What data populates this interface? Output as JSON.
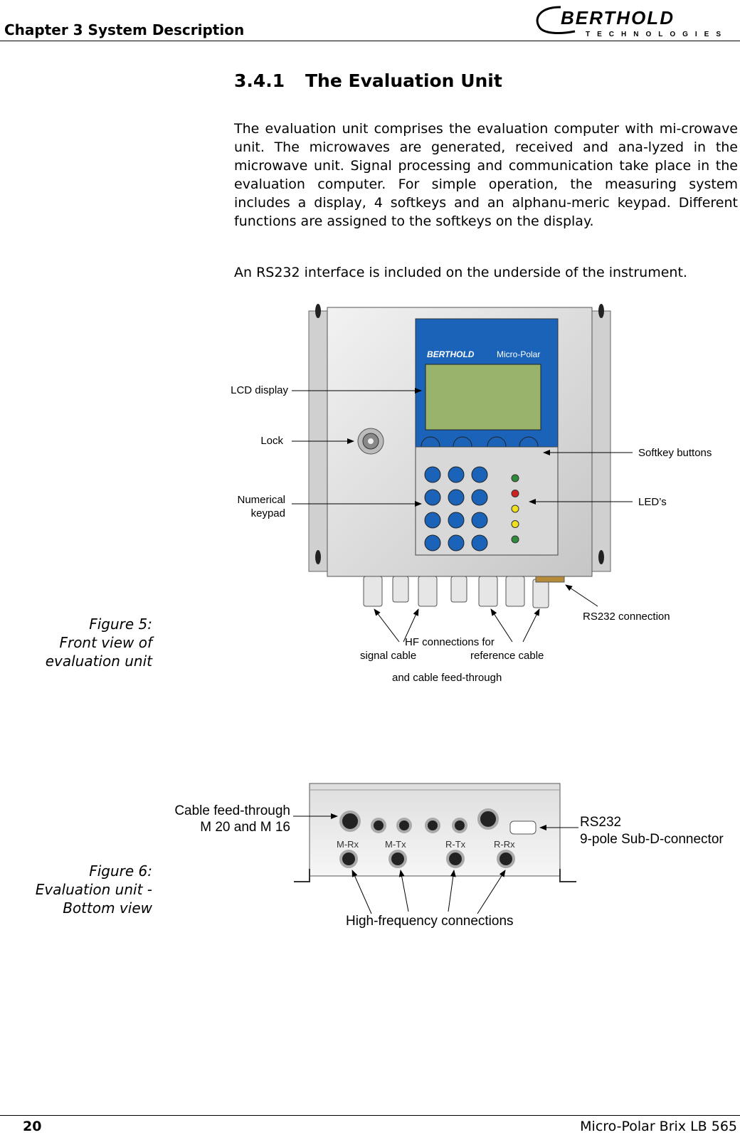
{
  "header": {
    "chapter": "Chapter 3 System Description",
    "logo_main": "BERTHOLD",
    "logo_sub": "TECHNOLOGIES"
  },
  "section": {
    "number": "3.4.1",
    "title": "The Evaluation Unit"
  },
  "paragraphs": [
    "The evaluation unit comprises the evaluation computer with mi-crowave unit. The microwaves are generated, received and ana-lyzed in the microwave unit. Signal processing and communication take place in the evaluation computer. For simple operation, the measuring system includes a display, 4 softkeys and an alphanu-meric keypad. Different functions are assigned to the softkeys on the display.",
    "An RS232 interface is included on the underside of the instrument."
  ],
  "figure5": {
    "caption": [
      "Figure 5:",
      "Front view of",
      "evaluation unit"
    ],
    "panel_brand": "BERTHOLD",
    "panel_model": "Micro-Polar",
    "labels": {
      "lcd": "LCD display",
      "lock": "Lock",
      "keypad_1": "Numerical",
      "keypad_2": "keypad",
      "softkeys": "Softkey buttons",
      "leds": "LED’s",
      "rs232": "RS232 connection",
      "hf": "HF connections for",
      "signal": "signal cable",
      "reference": "reference cable",
      "feed": "and cable feed-through"
    },
    "led_colors": [
      "#2e8b3a",
      "#d02020",
      "#f0e020",
      "#f0e020",
      "#2e8b3a"
    ]
  },
  "figure6": {
    "caption": [
      "Figure 6:",
      "Evaluation unit -",
      "Bottom view"
    ],
    "labels": {
      "cable_1": "Cable feed-through",
      "cable_2": "M 20 and M 16",
      "rs_1": "RS232",
      "rs_2": "9-pole Sub-D-connector",
      "hf": "High-frequency connections",
      "mrx": "M-Rx",
      "mtx": "M-Tx",
      "rtx": "R-Tx",
      "rrx": "R-Rx"
    }
  },
  "footer": {
    "page": "20",
    "doc": "Micro-Polar Brix LB 565"
  }
}
